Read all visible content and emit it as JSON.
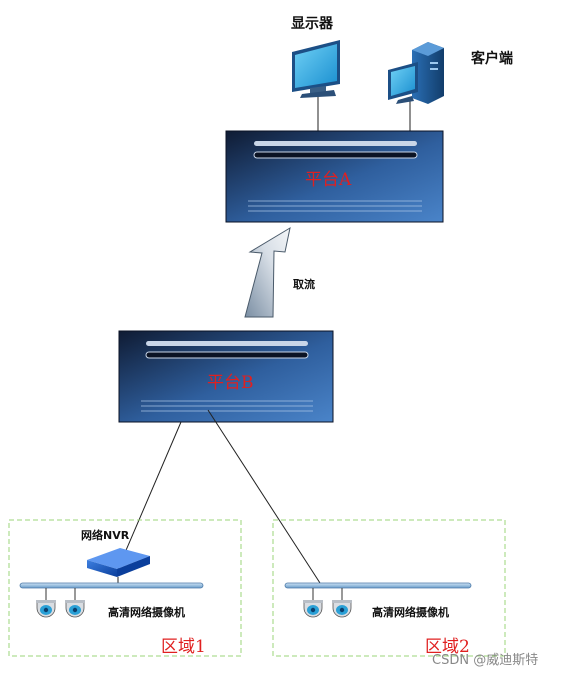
{
  "top": {
    "monitor_label": "显示器",
    "client_label": "客户端"
  },
  "platform_a": {
    "label": "平台A"
  },
  "arrow": {
    "label": "取流"
  },
  "platform_b": {
    "label": "平台B"
  },
  "zone1": {
    "nvr_label": "网络NVR",
    "camera_label": "高清网络摄像机",
    "zone_label": "区域1"
  },
  "zone2": {
    "camera_label": "高清网络摄像机",
    "zone_label": "区域2"
  },
  "watermark": "CSDN @威迪斯特",
  "colors": {
    "platform_dark": "#0f1b33",
    "platform_light": "#4a84c9",
    "zone_border": "#9bd67a",
    "accent_red": "#e02020",
    "camera_blue": "#2aa0d6"
  }
}
